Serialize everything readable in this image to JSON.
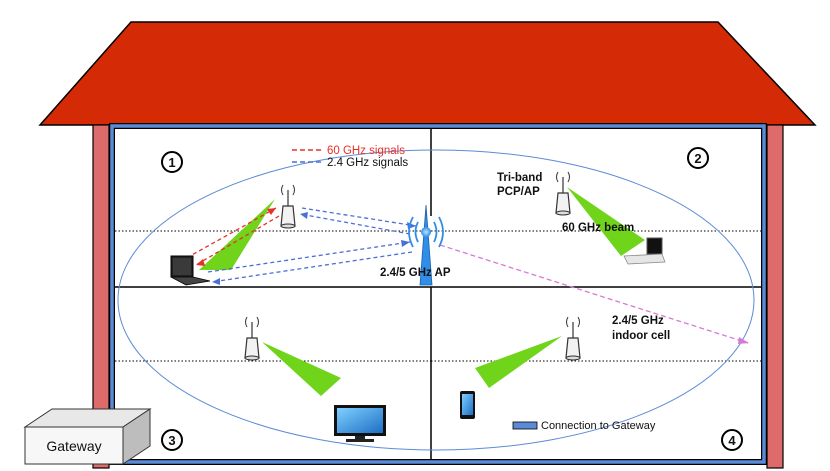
{
  "legend": {
    "signal_60": "60 GHz signals",
    "signal_24": "2.4 GHz signals",
    "connection": "Connection to Gateway"
  },
  "labels": {
    "ap": "2.4/5 GHz AP",
    "triband_line1": "Tri-band",
    "triband_line2": "PCP/AP",
    "beam": "60 GHz beam",
    "indoor_line1": "2.4/5 GHz",
    "indoor_line2": "indoor cell",
    "gateway": "Gateway"
  },
  "rooms": [
    "1",
    "2",
    "3",
    "4"
  ],
  "colors": {
    "roof": "#d42a06",
    "pillar": "#de6b6b",
    "connection": "#5b8bd6",
    "signal_60": "#e8302a",
    "signal_24": "#4a6fd8",
    "indoor_link": "#d77ad6",
    "beam": "#6fd41a"
  }
}
